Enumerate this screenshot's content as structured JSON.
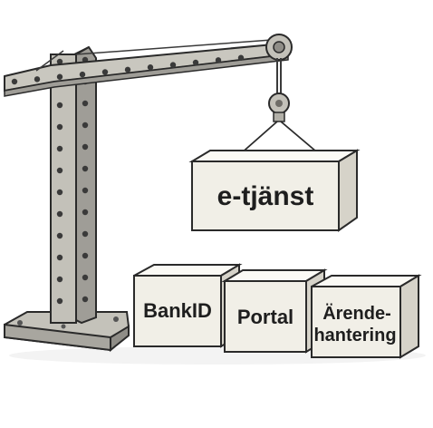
{
  "scene": {
    "hanging_block": {
      "label": "e-tjänst"
    },
    "ground_blocks": [
      {
        "label": "BankID"
      },
      {
        "label": "Portal"
      },
      {
        "label_line1": "Ärende-",
        "label_line2": "hantering"
      }
    ]
  },
  "colors": {
    "background": "#ffffff",
    "metal": "#bdbbb3",
    "metal_dark": "#8c8a84",
    "block_front": "#f1efe7",
    "block_top": "#fbfaf5",
    "block_side": "#d6d3c9",
    "outline": "#2a2a2a"
  }
}
